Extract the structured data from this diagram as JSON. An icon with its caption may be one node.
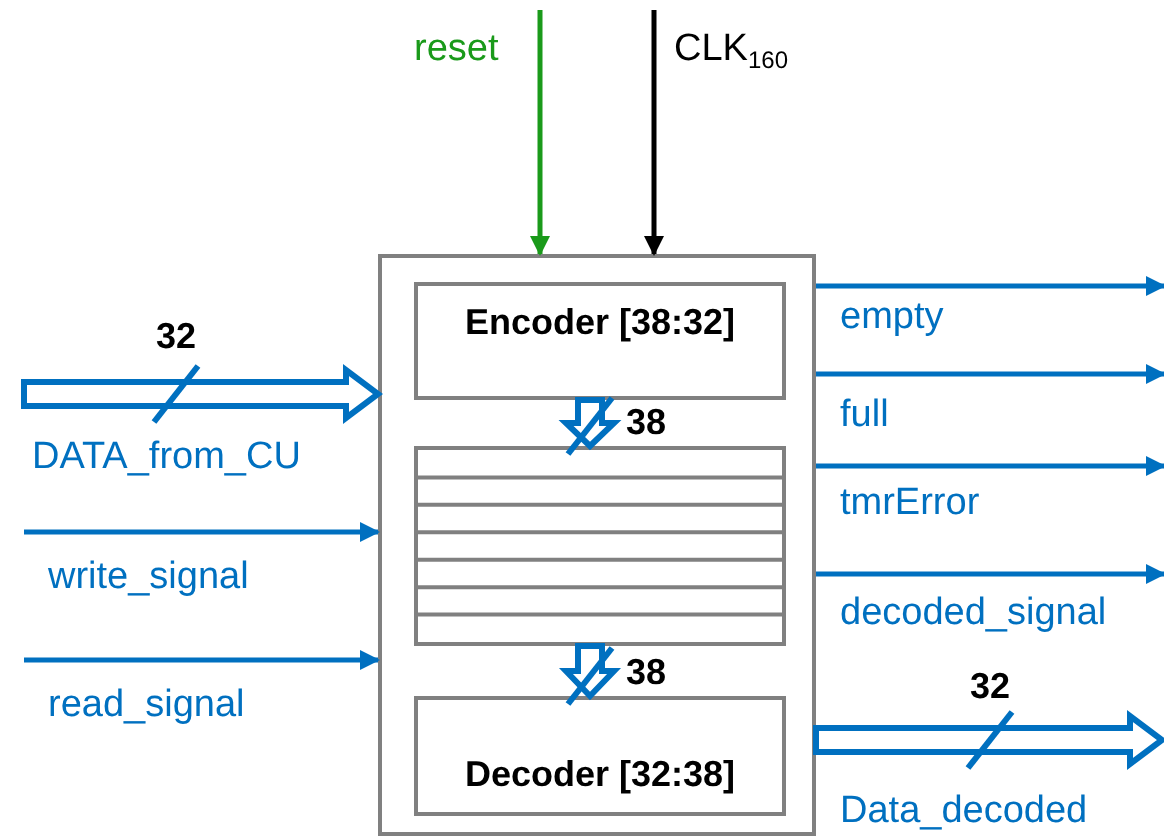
{
  "diagram": {
    "nodes": [
      {
        "text": [],
        "shape": "box"
      },
      {
        "text": [
          "Encoder [38:32]"
        ],
        "in": 0
      },
      {
        "text": [],
        "shape": "box",
        "in": 0
      },
      {
        "text": [
          "Decoder [32:38]"
        ],
        "in": 0
      }
    ],
    "edges": [
      {
        "from": null,
        "to": 0,
        "arrow": "to",
        "label": "reset",
        "color": "#1a9a1a"
      },
      {
        "from": null,
        "to": 0,
        "arrow": "to",
        "label": "CLK$_{160}$",
        "color": "#000000"
      },
      {
        "from": null,
        "to": 0,
        "arrow": "to",
        "label": "DATA_from_CU",
        "style": "thick"
      },
      {
        "from": null,
        "to": 0,
        "arrow": "to",
        "label": "write_signal"
      },
      {
        "from": null,
        "to": 0,
        "arrow": "to",
        "label": "read_signal"
      },
      {
        "from": 0,
        "to": null,
        "arrow": "to",
        "label": "empty"
      },
      {
        "from": 0,
        "to": null,
        "arrow": "to",
        "label": "full"
      },
      {
        "from": 0,
        "to": null,
        "arrow": "to",
        "label": "tmrError"
      },
      {
        "from": 0,
        "to": null,
        "arrow": "to",
        "label": "decoded_signal"
      },
      {
        "from": 0,
        "to": null,
        "arrow": "to",
        "label": "Data_decoded",
        "style": "thick"
      },
      {
        "from": 1,
        "to": 2,
        "arrow": "to",
        "style": "thick"
      },
      {
        "from": 2,
        "to": 3,
        "arrow": "to",
        "style": "thick"
      }
    ],
    "labels": [
      "32",
      "38",
      "38",
      "32"
    ]
  }
}
